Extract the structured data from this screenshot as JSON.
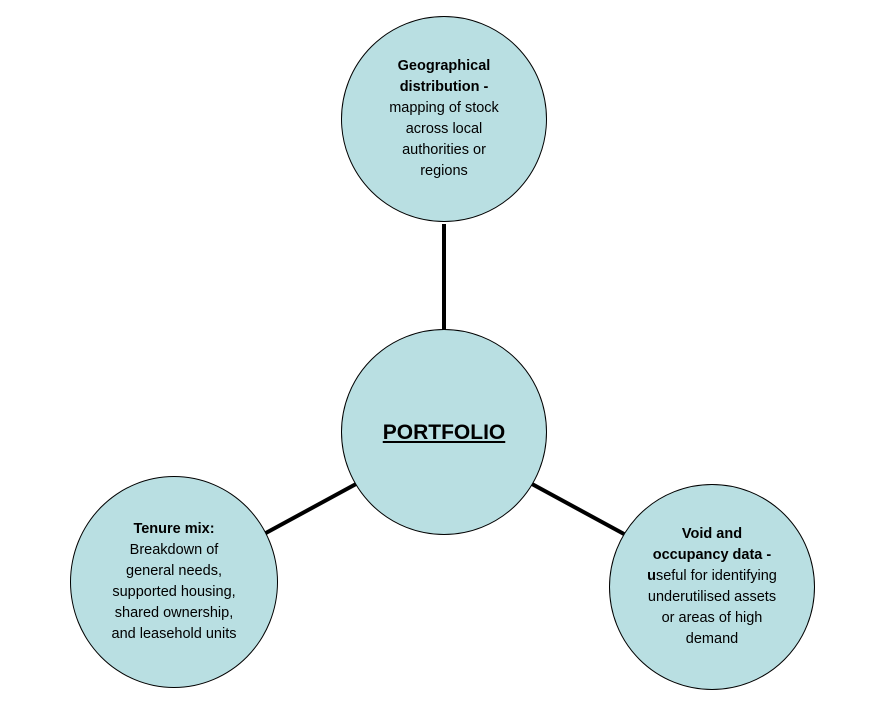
{
  "center": {
    "title": "PORTFOLIO"
  },
  "geo": {
    "l1": "Geographical",
    "l2": "distribution -",
    "l3": "mapping of stock",
    "l4": "across local",
    "l5": "authorities or",
    "l6": "regions"
  },
  "tenure": {
    "l1": "Tenure mix:",
    "l2": "Breakdown of",
    "l3": "general needs,",
    "l4": "supported housing,",
    "l5": "shared ownership,",
    "l6": "and leasehold units"
  },
  "void": {
    "l1": "Void and",
    "l2": "occupancy data -",
    "l3a": "u",
    "l3b": "seful for identifying",
    "l4": "underutilised assets",
    "l5": "or areas of high",
    "l6": "demand"
  },
  "colors": {
    "fill": "#B9DFE2",
    "stroke": "#000000"
  }
}
